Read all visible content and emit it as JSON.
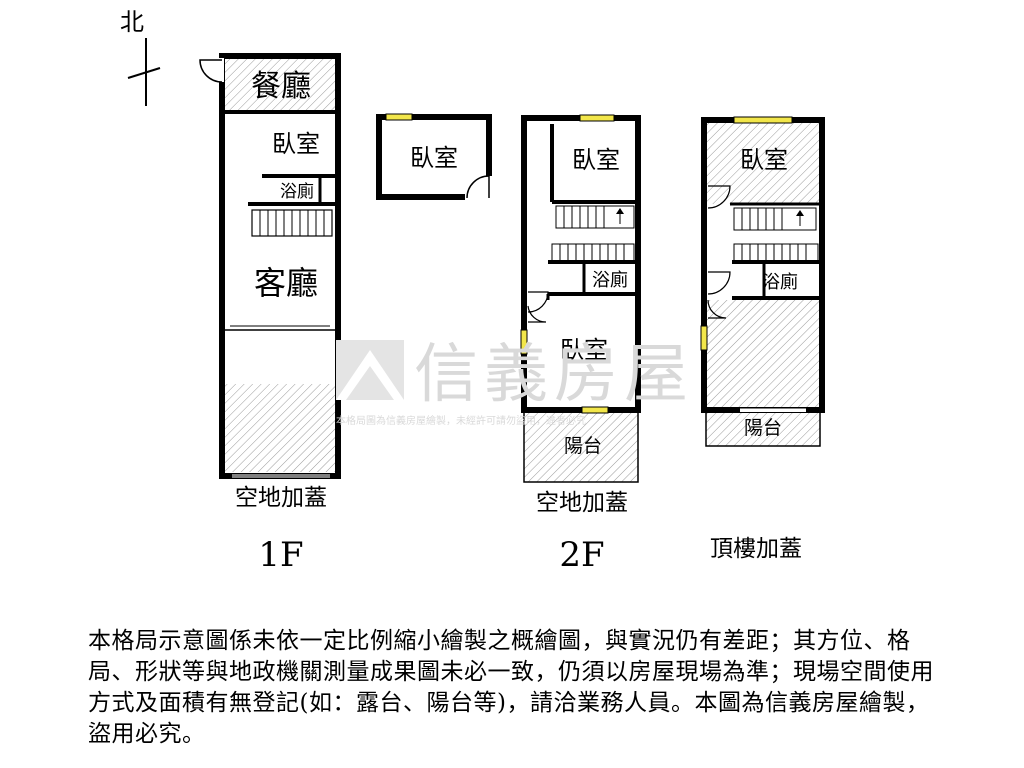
{
  "compass": {
    "north_label": "北"
  },
  "floors": [
    {
      "name": "1F",
      "rooms": [
        "餐廳",
        "臥室",
        "浴廁",
        "客廳"
      ],
      "annex_label": "空地加蓋",
      "detached_room": "臥室"
    },
    {
      "name": "2F",
      "rooms": [
        "臥室",
        "浴廁",
        "臥室",
        "陽台"
      ],
      "annex_label": "空地加蓋"
    },
    {
      "name": "頂樓加蓋",
      "rooms": [
        "臥室",
        "浴廁",
        "陽台"
      ]
    }
  ],
  "watermark": {
    "brand": "信義房屋",
    "notice": "本格局圖為信義房屋繪製，未經許可請勿盜用，違者必究"
  },
  "disclaimer": "本格局示意圖係未依一定比例縮小繪製之概繪圖，與實況仍有差距；其方位、格局、形狀等與地政機關測量成果圖未必一致，仍須以房屋現場為準；現場空間使用方式及面積有無登記(如：露台、陽台等)，請洽業務人員。本圖為信義房屋繪製，盜用必究。"
}
